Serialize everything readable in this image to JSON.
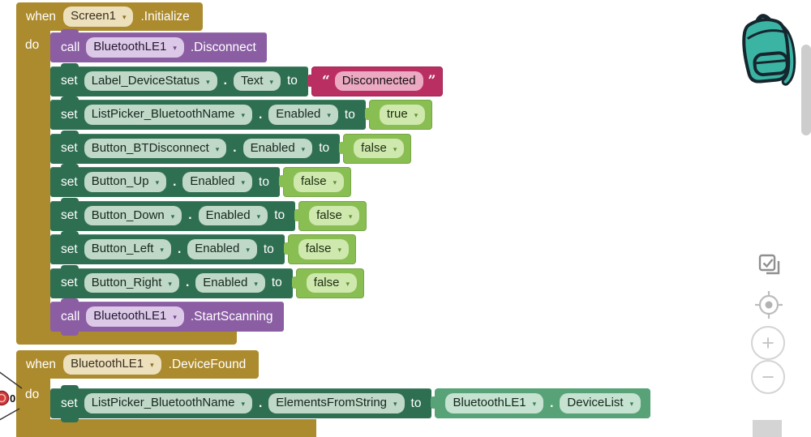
{
  "icons": {
    "dropdown_arrow": "▾",
    "zoom_in": "+",
    "zoom_out": "−"
  },
  "colors": {
    "event_gold": "#AC8B2E",
    "setter_green": "#2F6F51",
    "call_purple": "#8B5EA4",
    "logic_lime": "#89BE52",
    "text_magenta": "#BA2F62",
    "getter_green": "#57A377",
    "backpack_teal": "#3cb4a4"
  },
  "status": {
    "error_count": "0"
  },
  "event1": {
    "when_label": "when",
    "component": "Screen1",
    "event_name": ".Initialize",
    "do_label": "do",
    "statements": [
      {
        "kind": "call",
        "label": "call",
        "component": "BluetoothLE1",
        "method": ".Disconnect"
      },
      {
        "kind": "set",
        "label": "set",
        "component": "Label_DeviceStatus",
        "dot": ".",
        "property": "Text",
        "to": "to",
        "value": {
          "open_quote": "“",
          "text": "Disconnected",
          "close_quote": "”"
        }
      },
      {
        "kind": "set",
        "label": "set",
        "component": "ListPicker_BluetoothName",
        "dot": ".",
        "property": "Enabled",
        "to": "to",
        "value": {
          "text": "true"
        }
      },
      {
        "kind": "set",
        "label": "set",
        "component": "Button_BTDisconnect",
        "dot": ".",
        "property": "Enabled",
        "to": "to",
        "value": {
          "text": "false"
        }
      },
      {
        "kind": "set",
        "label": "set",
        "component": "Button_Up",
        "dot": ".",
        "property": "Enabled",
        "to": "to",
        "value": {
          "text": "false"
        }
      },
      {
        "kind": "set",
        "label": "set",
        "component": "Button_Down",
        "dot": ".",
        "property": "Enabled",
        "to": "to",
        "value": {
          "text": "false"
        }
      },
      {
        "kind": "set",
        "label": "set",
        "component": "Button_Left",
        "dot": ".",
        "property": "Enabled",
        "to": "to",
        "value": {
          "text": "false"
        }
      },
      {
        "kind": "set",
        "label": "set",
        "component": "Button_Right",
        "dot": ".",
        "property": "Enabled",
        "to": "to",
        "value": {
          "text": "false"
        }
      },
      {
        "kind": "call",
        "label": "call",
        "component": "BluetoothLE1",
        "method": ".StartScanning"
      }
    ]
  },
  "event2": {
    "when_label": "when",
    "component": "BluetoothLE1",
    "event_name": ".DeviceFound",
    "do_label": "do",
    "statement": {
      "label": "set",
      "component": "ListPicker_BluetoothName",
      "dot": ".",
      "property": "ElementsFromString",
      "to": "to",
      "value": {
        "component": "BluetoothLE1",
        "dot": ".",
        "property": "DeviceList"
      }
    }
  }
}
